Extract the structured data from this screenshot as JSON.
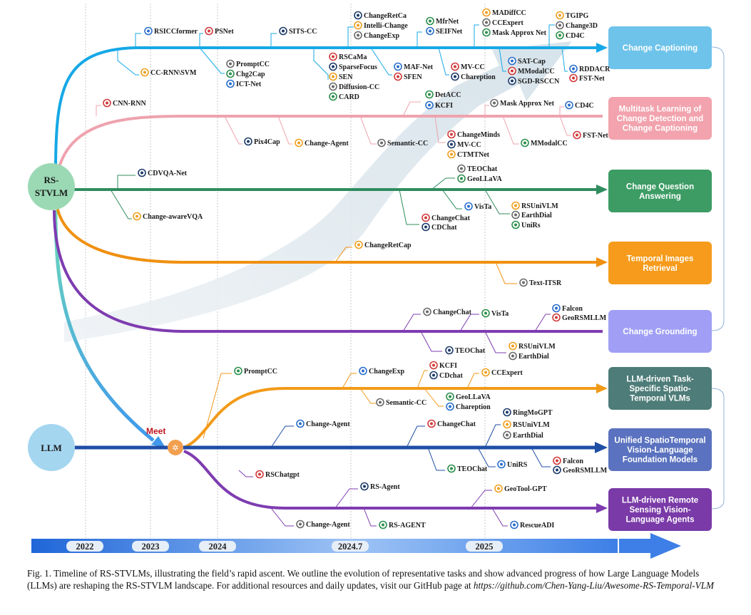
{
  "nodes": {
    "rs": [
      "RS-",
      "STVLM"
    ],
    "llm": "LLM",
    "meet": "Meet"
  },
  "years": [
    "2022",
    "2023",
    "2024",
    "2024.7",
    "2025"
  ],
  "tasks": [
    {
      "lines": [
        "Change Captioning"
      ],
      "color": "#6ec3ea"
    },
    {
      "lines": [
        "Multitask Learning of",
        "Change Detection and",
        "Change Captioning"
      ],
      "color": "#f2a3ad"
    },
    {
      "lines": [
        "Change Question",
        "Answering"
      ],
      "color": "#3c9c64"
    },
    {
      "lines": [
        "Temporal Images",
        "Retrieval"
      ],
      "color": "#f69b1b"
    },
    {
      "lines": [
        "Change Grounding"
      ],
      "color": "#a09ff5"
    },
    {
      "lines": [
        "LLM-driven Task-",
        "Specific Spatio-",
        "Temporal VLMs"
      ],
      "color": "#4e7c78"
    },
    {
      "lines": [
        "Unified SpatioTemporal",
        "Vision-Language",
        "Foundation Models"
      ],
      "color": "#5a72bf"
    },
    {
      "lines": [
        "LLM-driven Remote",
        "Sensing Vision-",
        "Language Agents"
      ],
      "color": "#7a3aa8"
    }
  ],
  "models": {
    "cap": [
      "RSICCformer",
      "PSNet",
      "SITS-CC",
      "CC-RNN\\SVM",
      "PromptCC",
      "Chg2Cap",
      "ICT-Net",
      "RSCaMa",
      "SparseFocus",
      "SEN",
      "Diffusion-CC",
      "CARD",
      "MAF-Net",
      "SFEN",
      "ChangeRetCa",
      "Intelli-Change",
      "ChangeExp",
      "MfrNet",
      "SEIFNet",
      "MV-CC",
      "Chareption",
      "MADiffCC",
      "CCExpert",
      "Mask Approx Net",
      "SAT-Cap",
      "MModalCC",
      "SGD-RSCCN",
      "TGIPG",
      "Change3D",
      "CD4C",
      "RDDACR",
      "FST-Net"
    ],
    "mtl": [
      "CNN-RNN",
      "Pix4Cap",
      "Change-Agent",
      "Semantic-CC",
      "DetACC",
      "KCFI",
      "ChangeMinds",
      "MV-CC",
      "CTMTNet",
      "Mask Approx Net",
      "MModalCC",
      "CD4C",
      "FST-Net"
    ],
    "cqa": [
      "CDVQA-Net",
      "Change-awareVQA",
      "TEOChat",
      "GeoLLaVA",
      "VisTa",
      "ChangeChat",
      "CDChat",
      "RSUniVLM",
      "EarthDial",
      "UniRs"
    ],
    "ret": [
      "ChangeRetCap",
      "Text-ITSR"
    ],
    "grd": [
      "ChangeChat",
      "VisTa",
      "Falcon",
      "GeoRSMLLM",
      "TEOChat",
      "RSUniVLM",
      "EarthDial"
    ],
    "ts": [
      "PromptCC",
      "ChangeExp",
      "KCFI",
      "CDchat",
      "CCExpert",
      "Semantic-CC",
      "GeoLLaVA",
      "Chareption"
    ],
    "uni": [
      "Change-Agent",
      "ChangeChat",
      "RingMoGPT",
      "RSUniVLM",
      "EarthDial",
      "TEOChat",
      "UniRS",
      "Falcon",
      "GeoRSMLLM"
    ],
    "agent": [
      "RSChatgpt",
      "RS-Agent",
      "GeoTool-GPT",
      "Change-Agent",
      "RS-AGENT",
      "RescueADI"
    ]
  },
  "caption": {
    "prefix": "Fig. 1.  Timeline of RS-STVLMs, illustrating the field’s rapid ascent. We outline the evolution of representative tasks and show advanced progress of how Large Language Models (LLMs) are reshaping the RS-STVLM landscape. For additional resources and daily updates, visit our GitHub page at ",
    "link": "https://github.com/Chen-Yang-Liu/Awesome-RS-Temporal-VLM"
  }
}
